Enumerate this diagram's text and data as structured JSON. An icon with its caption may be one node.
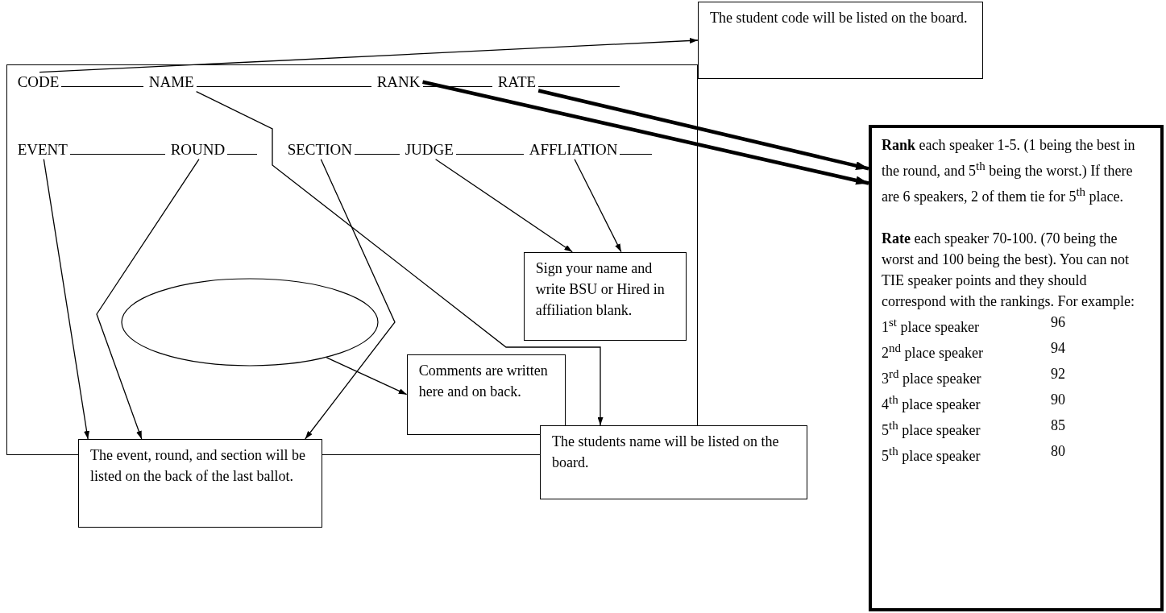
{
  "diagram": {
    "nodes": [
      {
        "text": [],
        "shape": "box"
      },
      {
        "text": [
          "CODE"
        ],
        "in": 0
      },
      {
        "text": [
          "NAME"
        ],
        "in": 0
      },
      {
        "text": [
          "RANK"
        ],
        "in": 0
      },
      {
        "text": [
          "RATE"
        ],
        "in": 0
      },
      {
        "text": [
          "EVENT"
        ],
        "in": 0
      },
      {
        "text": [
          "ROUND"
        ],
        "in": 0
      },
      {
        "text": [
          "SECTION"
        ],
        "in": 0
      },
      {
        "text": [
          "JUDGE"
        ],
        "in": 0
      },
      {
        "text": [
          "AFFLIATION"
        ],
        "in": 0
      },
      {
        "text": [],
        "shape": "ellipse",
        "in": 0
      },
      {
        "text": [
          "The student code will be listed on the board."
        ]
      },
      {
        "text": [
          "**Rank** each speaker 1-5. (1 being the best in the round, and 5$^{th}$ being the worst.)  If there are 6 speakers, 2 of them tie for 5$^{th}$ place.",
          "**Rate** each speaker 70-100. (70 being the worst and 100 being the best). You can not TIE speaker points and they should correspond with the rankings. For example:",
          "1$^{st}$ place speaker",
          "96",
          "2$^{nd}$ place speaker",
          "94",
          "3$^{rd}$ place speaker",
          "92",
          "4$^{th}$ place speaker",
          "90",
          "5$^{th}$ place speaker",
          "85",
          "5$^{th}$ place speaker",
          "80"
        ]
      },
      {
        "text": [
          "Sign your name and write BSU or Hired in affiliation blank."
        ],
        "in": 0
      },
      {
        "text": [
          "Comments are written here and on back."
        ],
        "in": 0
      },
      {
        "text": [
          "The event, round, and section will be listed on the back of the last ballot."
        ]
      },
      {
        "text": [
          "The students name will be listed on the board."
        ]
      }
    ],
    "edges": [
      {
        "from": 1,
        "to": 11,
        "arrow": "to"
      },
      {
        "from": 5,
        "to": 15,
        "arrow": "to"
      },
      {
        "from": 6,
        "to": 15,
        "arrow": "to"
      },
      {
        "from": 7,
        "to": 15,
        "arrow": "to"
      },
      {
        "from": 2,
        "to": 16,
        "arrow": "to"
      },
      {
        "from": 3,
        "to": 12,
        "arrow": "to",
        "style": "thick"
      },
      {
        "from": 4,
        "to": 12,
        "arrow": "to",
        "style": "thick"
      },
      {
        "from": 8,
        "to": 13,
        "arrow": "to"
      },
      {
        "from": 9,
        "to": 13,
        "arrow": "to"
      },
      {
        "from": 10,
        "to": 14,
        "arrow": "to"
      }
    ]
  }
}
